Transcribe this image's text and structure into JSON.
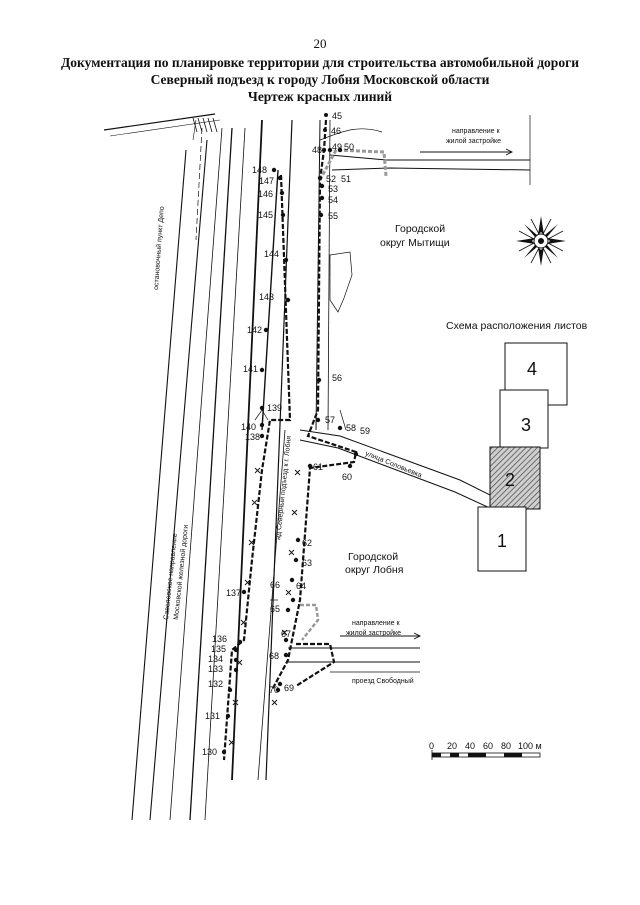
{
  "page_number": "20",
  "title": {
    "line1": "Документация по планировке территории для строительства автомобильной дороги",
    "line2": "Северный подъезд к городу Лобня Московской области",
    "line3": "Чертеж красных линий"
  },
  "districts": {
    "mytishchi_1": "Городской",
    "mytishchi_2": "округ Мытищи",
    "lobnya_1": "Городской",
    "lobnya_2": "округ Лобня"
  },
  "roads": {
    "direction_top_1": "направление к",
    "direction_top_2": "жилой застройке",
    "direction_bottom_1": "направление к",
    "direction_bottom_2": "жилой застройке",
    "street_solovievka": "улица Соловьевка",
    "proezd_svobodny": "проезд Свободный",
    "rail_savelovsky_1": "Савеловское направление",
    "rail_savelovsky_2": "Московской железной дороги",
    "stop_point": "остановочный пункт Депо",
    "north_entry": "ад Северный подъезд к г. Лобня"
  },
  "scheme": {
    "title": "Схема расположения листов",
    "sheets": [
      "1",
      "2",
      "3",
      "4"
    ]
  },
  "scale_bar": {
    "ticks": [
      "0",
      "20",
      "40",
      "60",
      "80",
      "100 м"
    ]
  },
  "points": {
    "p45": "45",
    "p46": "46",
    "p48": "48",
    "p49": "49",
    "p50": "50",
    "p51": "51",
    "p52": "52",
    "p53": "53",
    "p54": "54",
    "p55": "55",
    "p56": "56",
    "p57": "57",
    "p58": "58",
    "p59": "59",
    "p60": "60",
    "p61": "61",
    "p62": "62",
    "p63": "63",
    "p64": "64",
    "p65": "65",
    "p66": "66",
    "p67": "67",
    "p68": "68",
    "p69": "69",
    "p70": "70",
    "p130": "130",
    "p131": "131",
    "p132": "132",
    "p133": "133",
    "p134": "134",
    "p135": "135",
    "p136": "136",
    "p137": "137",
    "p138": "138",
    "p139": "139",
    "p140": "140",
    "p141": "141",
    "p142": "142",
    "p143": "143",
    "p144": "144",
    "p145": "145",
    "p146": "146",
    "p147": "147",
    "p148": "148"
  },
  "colors": {
    "ink": "#111111",
    "hatch": "#777777",
    "dashed_gray": "#999999"
  }
}
